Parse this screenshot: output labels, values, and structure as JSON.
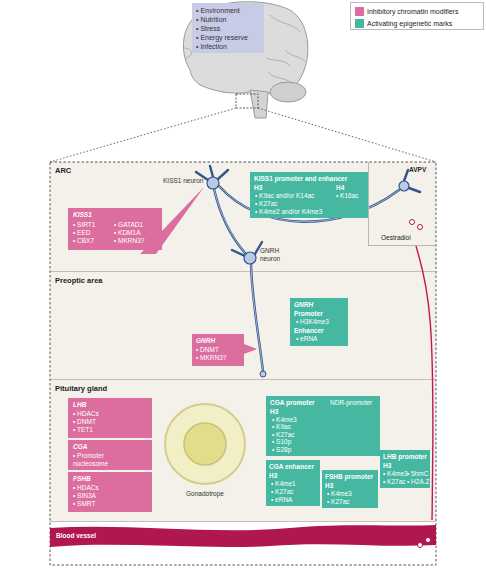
{
  "diagram": {
    "nodes": [
      {
        "text": [
          "• Environment",
          "• Nutrition",
          "• Stress",
          "• Energy reserve",
          "• Infection"
        ]
      },
      {
        "text": [
          "ARC"
        ]
      },
      {
        "text": [
          "KISS1 promoter and enhancer",
          "H3",
          "• K9ac and/or K14ac",
          "• K27ac",
          "• K4me2 and/or K4me3",
          "H4",
          "• K16ac"
        ],
        "in": 1
      },
      {
        "text": [
          "AVPV",
          "Oestradiol"
        ],
        "in": 1
      },
      {
        "text": [
          "KISS1",
          "• SIRT1",
          "• EED",
          "• CBX7",
          "• GATAD1",
          "• KDM1A",
          "• MKRN3?"
        ],
        "in": 1
      },
      {
        "text": [
          "Preoptic area"
        ]
      },
      {
        "text": [
          "GNRH",
          "Promoter",
          "• H3K4me3",
          "Enhancer",
          "• eRNA"
        ],
        "in": 5
      },
      {
        "text": [
          "GNRH",
          "• DNMT",
          "• MKRN3?"
        ],
        "in": 5
      },
      {
        "text": [
          "Pituitary gland"
        ]
      },
      {
        "text": [
          "LHB",
          "• HDACs",
          "• DNMT",
          "• TET1"
        ],
        "in": 8
      },
      {
        "text": [
          "CGA",
          "• Promoter nucleosome"
        ],
        "in": 8
      },
      {
        "text": [
          "FSHB",
          "• HDACs",
          "• SIN3A",
          "• SMRT"
        ],
        "in": 8
      },
      {
        "text": [
          "Gonadotrope"
        ],
        "in": 8
      },
      {
        "text": [
          "CGA promoter",
          "H3",
          "• K4me3",
          "• K9ac",
          "• K27ac",
          "• S10p",
          "• S28p",
          "NDR-promoter"
        ],
        "in": 8
      },
      {
        "text": [
          "LHB promoter",
          "H3",
          "• K4me3",
          "• K27ac",
          "• 5hmC",
          "• H2A.Z"
        ],
        "in": 8
      },
      {
        "text": [
          "CGA enhancer",
          "H3",
          "• K4me1",
          "• K27ac",
          "• eRNA"
        ],
        "in": 8
      },
      {
        "text": [
          "FSHB promoter",
          "H3",
          "• K4me3",
          "• K27ac"
        ],
        "in": 8
      },
      {
        "text": [
          "Blood vessel"
        ]
      }
    ],
    "edges": [
      {
        "from": 17,
        "to": 3,
        "arrow": "none"
      }
    ],
    "labels": [
      "KISS1 neuron",
      "GNRH neuron"
    ],
    "legend": [
      {
        "text": "Inhibitory chromatin modifiers",
        "color": "#dc6d9f"
      },
      {
        "text": "Activating epigenetic marks",
        "color": "#46b8a1"
      }
    ]
  }
}
